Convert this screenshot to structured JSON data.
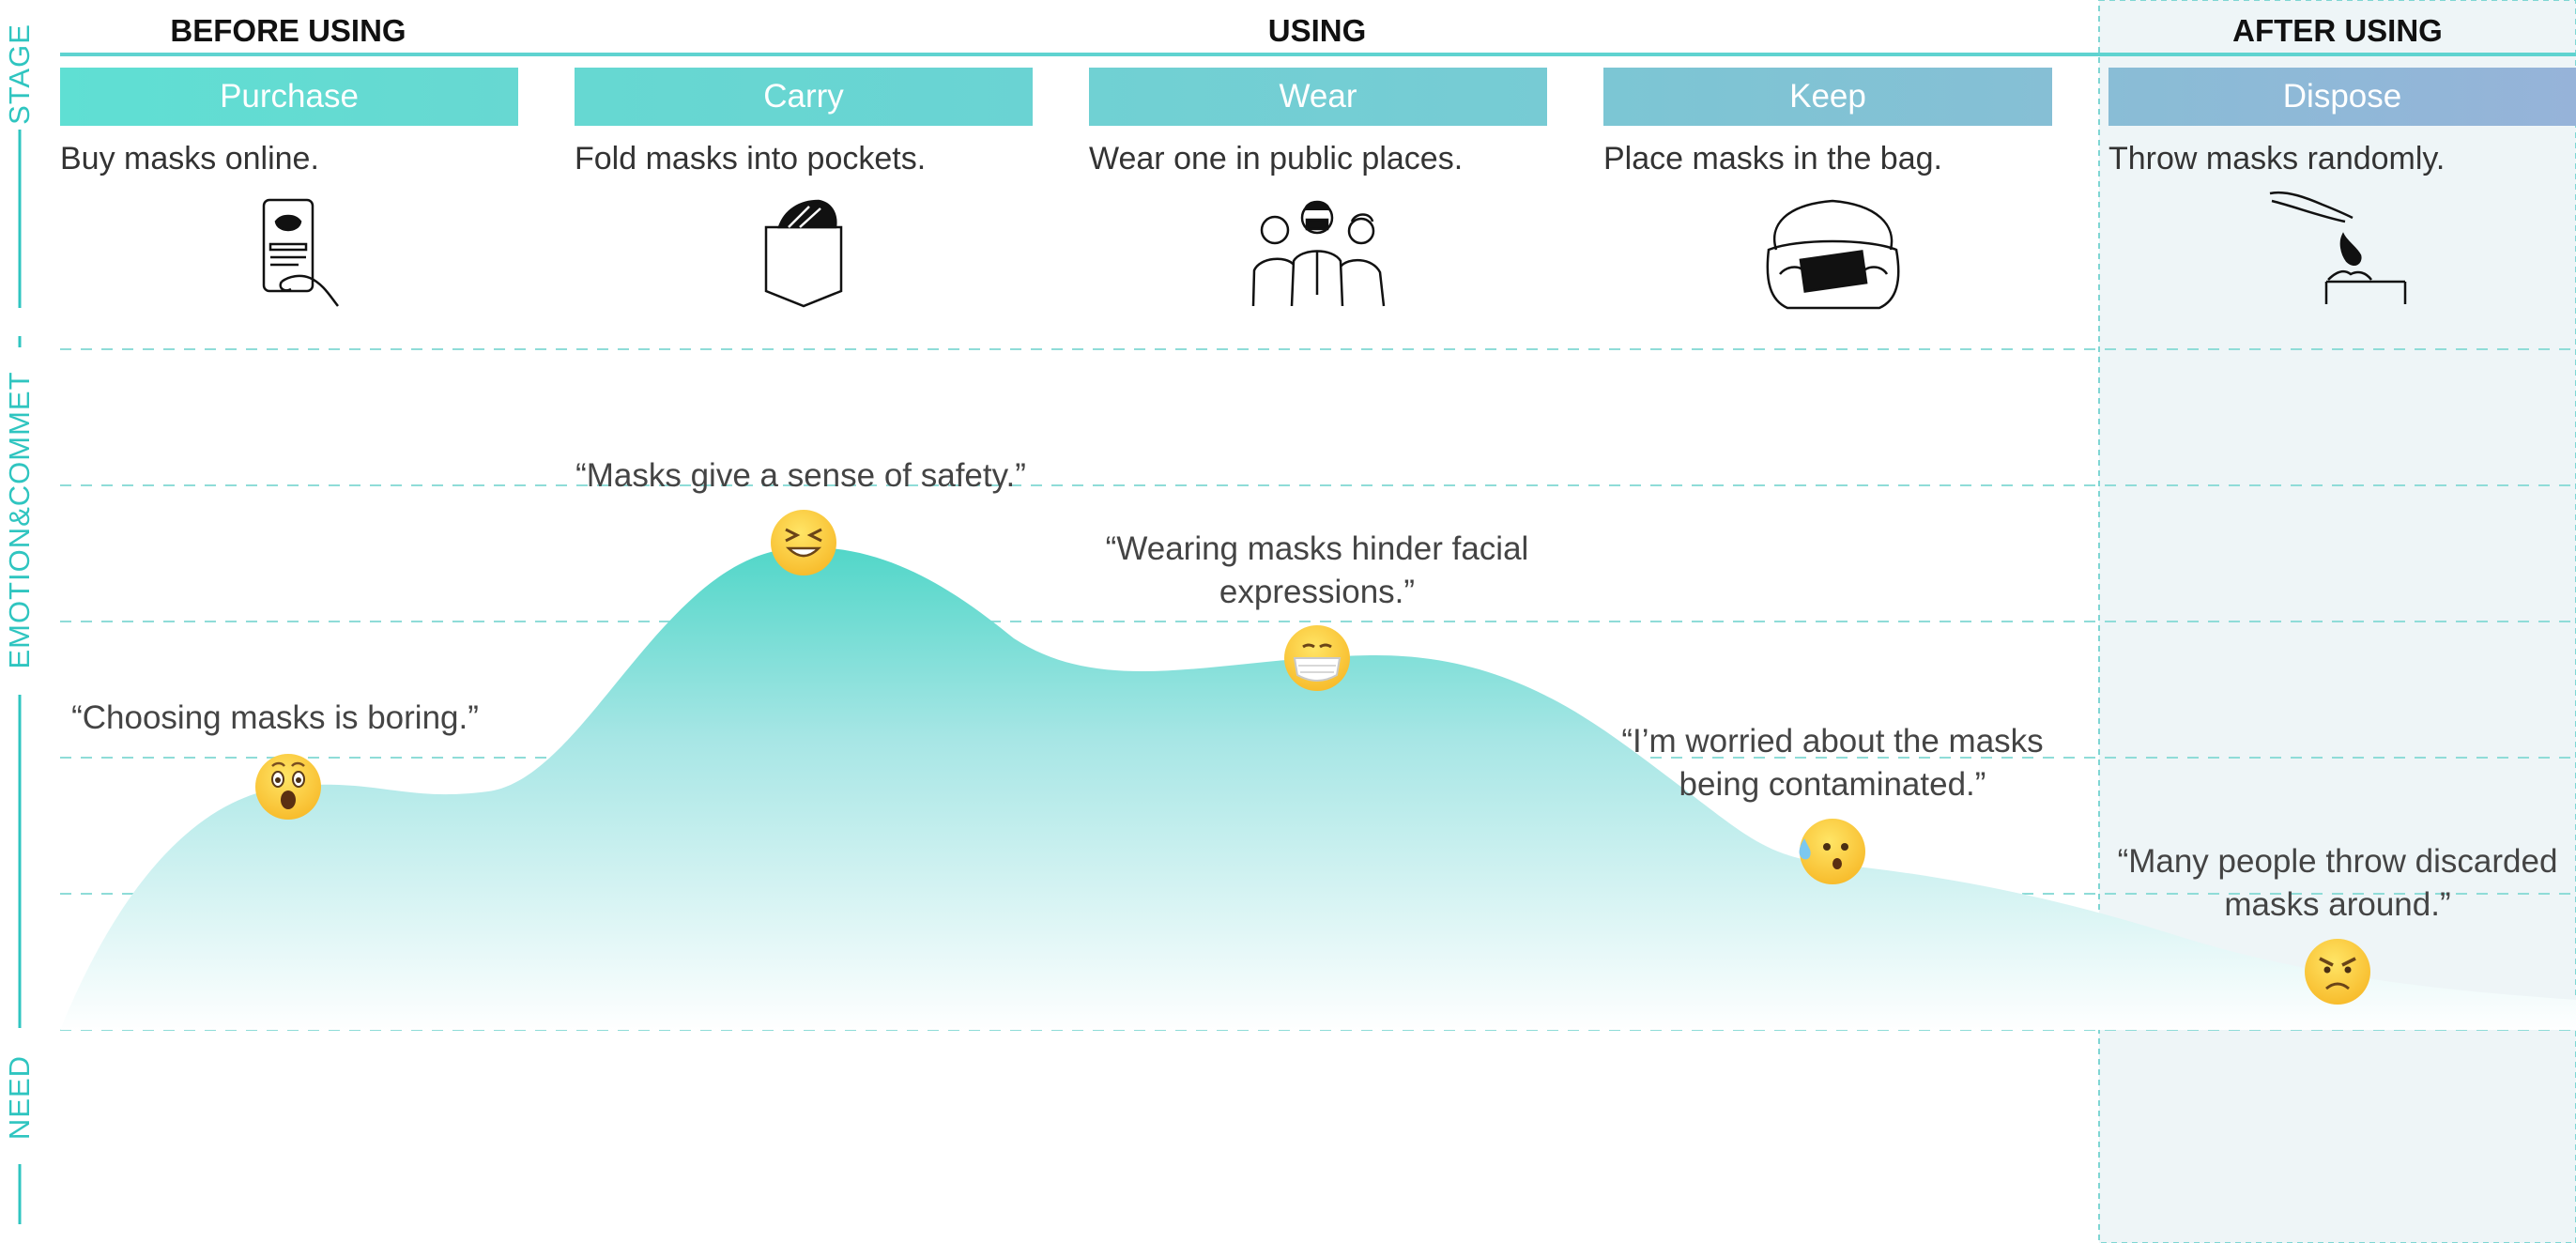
{
  "row_labels": {
    "stage": "STAGE",
    "emotion": "EMOTION&COMMET",
    "need": "NEED"
  },
  "phases": [
    {
      "title": "BEFORE USING"
    },
    {
      "title": "USING"
    },
    {
      "title": "AFTER USING"
    }
  ],
  "stages": [
    {
      "label": "Purchase",
      "description": "Buy masks online.",
      "icon": "phone-mask-shopping-icon",
      "color": "#62dcd2",
      "comment_lines": [
        "“Choosing masks is boring.”"
      ],
      "emotion": "astonished",
      "emotion_level": 0.47
    },
    {
      "label": "Carry",
      "description": "Fold masks into pockets.",
      "icon": "pocket-mask-icon",
      "color": "#66d6d2",
      "comment_lines": [
        "“Masks give a sense of safety.”"
      ],
      "emotion": "grinning-squint",
      "emotion_level": 0.88
    },
    {
      "label": "Wear",
      "description": "Wear one in public places.",
      "icon": "people-wearing-masks-icon",
      "color": "#72cfd3",
      "comment_lines": [
        "“Wearing masks hinder facial",
        "expressions.”"
      ],
      "emotion": "face-with-mask",
      "emotion_level": 0.68
    },
    {
      "label": "Keep",
      "description": "Place masks in the bag.",
      "icon": "bag-with-masks-icon",
      "color": "#80c6d4",
      "comment_lines": [
        "“I’m worried about the masks",
        "being contaminated.”"
      ],
      "emotion": "anxious-sweat",
      "emotion_level": 0.34
    },
    {
      "label": "Dispose",
      "description": "Throw masks randomly.",
      "icon": "hand-dropping-mask-icon",
      "color": "#8bb9d7",
      "comment_lines": [
        "“Many people throw discarded",
        "masks around.”"
      ],
      "emotion": "angry",
      "emotion_level": 0.1
    }
  ],
  "colors": {
    "accent": "#2fc5c0",
    "curve": "#5fd8cb",
    "after_zone": "#eef5f7"
  }
}
